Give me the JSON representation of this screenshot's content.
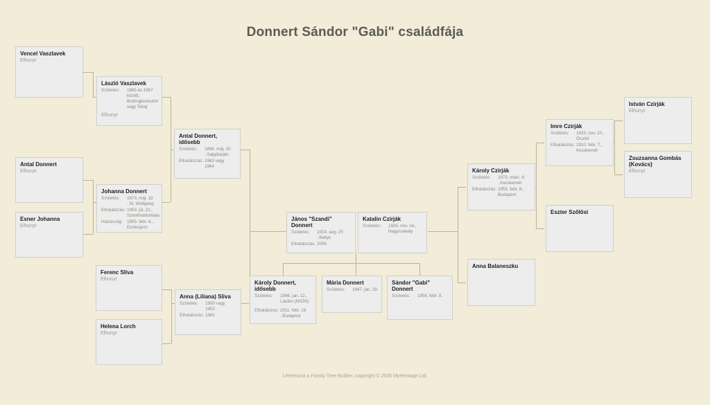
{
  "page": {
    "title": "Donnert Sándor \"Gabi\" családfája",
    "footer": "Létrehozta a Family Tree Builder, copyright © 2026 MyHeritage Ltd.",
    "background_color": "#f2ecd9",
    "node_color": "#ededed",
    "connector_color": "#b9b293",
    "title_color": "#5b5b55"
  },
  "labels": {
    "birth": "Születés:",
    "death": "Elhalálozás:",
    "marriage": "Házasság:",
    "deceased": "Elhunyt"
  },
  "nodes": {
    "vencel_vaszlavek": {
      "name": "Vencel Vaszlavek",
      "status": "Elhunyt"
    },
    "laszlo_vaszlavek": {
      "name": "László Vaszlavek",
      "birth_label": "Születés:",
      "birth_lines": [
        "1865 és 1867",
        "között,",
        "Bodrogkeresztúr",
        "vagy Tokaj"
      ],
      "status": "Elhunyt"
    },
    "antal_donnert_sr": {
      "name": "Antal Donnert",
      "status": "Elhunyt"
    },
    "esner_johanna": {
      "name": "Esner Johanna",
      "status": "Elhunyt"
    },
    "johanna_donnert": {
      "name": "Johanna Donnert",
      "birth_label": "Születés:",
      "birth_lines": [
        "1873. máj. 18",
        ". St. Wolfgang"
      ],
      "death_label": "Elhalálozás:",
      "death_lines": [
        "1953. júl. 22.,",
        "Szentmártonkáta"
      ],
      "marriage_label": "Házasság:",
      "marriage_lines": [
        "1905. febr. 6.,",
        "Esztergom"
      ]
    },
    "antal_donnert_idosebb": {
      "name": "Antal Donnert, idősebb",
      "birth_label": "Születés:",
      "birth_lines": [
        "1896. máj. 15",
        ", Salgótarján"
      ],
      "death_label": "Elhalálozás:",
      "death_lines": [
        "1963 vagy",
        "1964"
      ]
    },
    "ferenc_sliva": {
      "name": "Ferenc Sliva",
      "status": "Elhunyt"
    },
    "helena_lorch": {
      "name": "Helena Lorch",
      "status": "Elhunyt"
    },
    "anna_sliva": {
      "name": "Anna (Liliana) Sliva",
      "birth_label": "Születés:",
      "birth_lines": [
        "1900 vagy",
        "1902"
      ],
      "death_label": "Elhalálozás:",
      "death_lines": [
        "1981"
      ]
    },
    "janos_donnert": {
      "name": "János \"Szandi\" Donnert",
      "birth_label": "Születés:",
      "birth_lines": [
        "1919. aug. 25",
        ", Bellye"
      ],
      "death_label": "Elhalálozás:",
      "death_lines": [
        "2006"
      ]
    },
    "katalin_czirjak": {
      "name": "Katalin Czirják",
      "birth_label": "Születés:",
      "birth_lines": [
        "1926. nov. 16.,",
        "Nagyszékely"
      ]
    },
    "karoly_donnert": {
      "name": "Károly Donnert, idősebb",
      "birth_label": "Születés:",
      "birth_lines": [
        "1946. jan. 12.,",
        "Laufen (NSZK)"
      ],
      "death_label": "Elhalálozás:",
      "death_lines": [
        "2011. febr. 16",
        ", Budapest"
      ]
    },
    "maria_donnert": {
      "name": "Mária Donnert",
      "birth_label": "Születés:",
      "birth_lines": [
        "1947. jan. 29."
      ]
    },
    "sandor_donnert": {
      "name": "Sándor \"Gabi\" Donnert",
      "birth_label": "Születés:",
      "birth_lines": [
        "1958. febr. 8."
      ]
    },
    "karoly_czirjak": {
      "name": "Károly Czirják",
      "birth_label": "Születés:",
      "birth_lines": [
        "1873. márc. 8",
        ", Kecskemét"
      ],
      "death_label": "Elhalálozás:",
      "death_lines": [
        "1955. febr. 8.,",
        "Budapest"
      ]
    },
    "anna_balaneszku": {
      "name": "Anna Balaneszku"
    },
    "imre_czirjak": {
      "name": "Imre Czirják",
      "birth_label": "Születés:",
      "birth_lines": [
        "1833. nov. 10.,",
        "Öcsöd"
      ],
      "death_label": "Elhalálozás:",
      "death_lines": [
        "1910. febr. 7.,",
        "Kecskemét"
      ]
    },
    "eszter_szolosi": {
      "name": "Eszter Szőlősi"
    },
    "istvan_czirjak": {
      "name": "István Czirják",
      "status": "Elhunyt"
    },
    "zsuzsanna_gombas": {
      "name": "Zsuzsanna Gombás (Kovács)",
      "status": "Elhunyt"
    }
  }
}
